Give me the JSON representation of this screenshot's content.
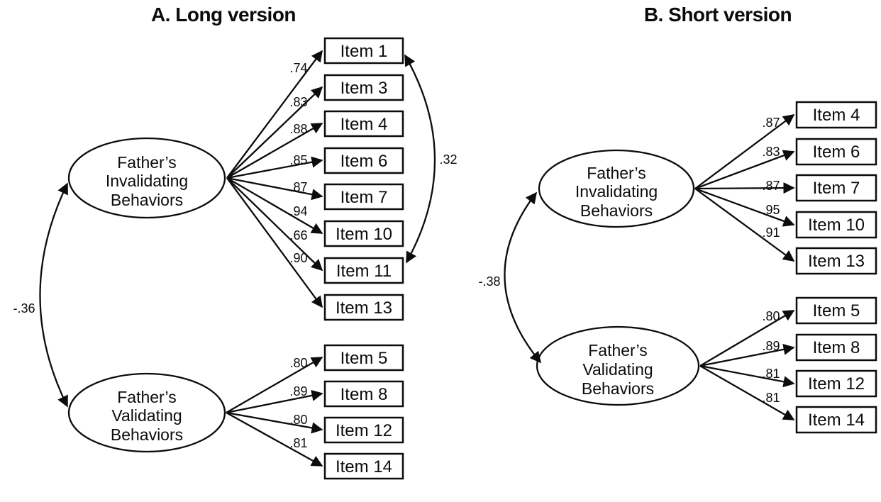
{
  "diagram": {
    "panels": [
      {
        "title": "A. Long version",
        "factor_correlation": "-.36",
        "residual_correlation": {
          "value": ".32",
          "between": [
            "Item 1",
            "Item 11"
          ]
        },
        "factors": [
          {
            "name": [
              "Father’s",
              "Invalidating",
              "Behaviors"
            ],
            "items": [
              {
                "label": "Item 1",
                "loading": ".74"
              },
              {
                "label": "Item 3",
                "loading": ".83"
              },
              {
                "label": "Item 4",
                "loading": ".88"
              },
              {
                "label": "Item 6",
                "loading": ".85"
              },
              {
                "label": "Item 7",
                "loading": ".87"
              },
              {
                "label": "Item 10",
                "loading": ".94"
              },
              {
                "label": "Item 11",
                "loading": ".66"
              },
              {
                "label": "Item 13",
                "loading": ".90"
              }
            ]
          },
          {
            "name": [
              "Father’s",
              "Validating",
              "Behaviors"
            ],
            "items": [
              {
                "label": "Item 5",
                "loading": ".80"
              },
              {
                "label": "Item 8",
                "loading": ".89"
              },
              {
                "label": "Item 12",
                "loading": ".80"
              },
              {
                "label": "Item 14",
                "loading": ".81"
              }
            ]
          }
        ]
      },
      {
        "title": "B. Short version",
        "factor_correlation": "-.38",
        "factors": [
          {
            "name": [
              "Father’s",
              "Invalidating",
              "Behaviors"
            ],
            "items": [
              {
                "label": "Item 4",
                "loading": ".87"
              },
              {
                "label": "Item 6",
                "loading": ".83"
              },
              {
                "label": "Item 7",
                "loading": ".87"
              },
              {
                "label": "Item 10",
                "loading": ".95"
              },
              {
                "label": "Item 13",
                "loading": ".91"
              }
            ]
          },
          {
            "name": [
              "Father’s",
              "Validating",
              "Behaviors"
            ],
            "items": [
              {
                "label": "Item 5",
                "loading": ".80"
              },
              {
                "label": "Item 8",
                "loading": ".89"
              },
              {
                "label": "Item 12",
                "loading": ".81"
              },
              {
                "label": "Item 14",
                "loading": ".81"
              }
            ]
          }
        ]
      }
    ]
  }
}
